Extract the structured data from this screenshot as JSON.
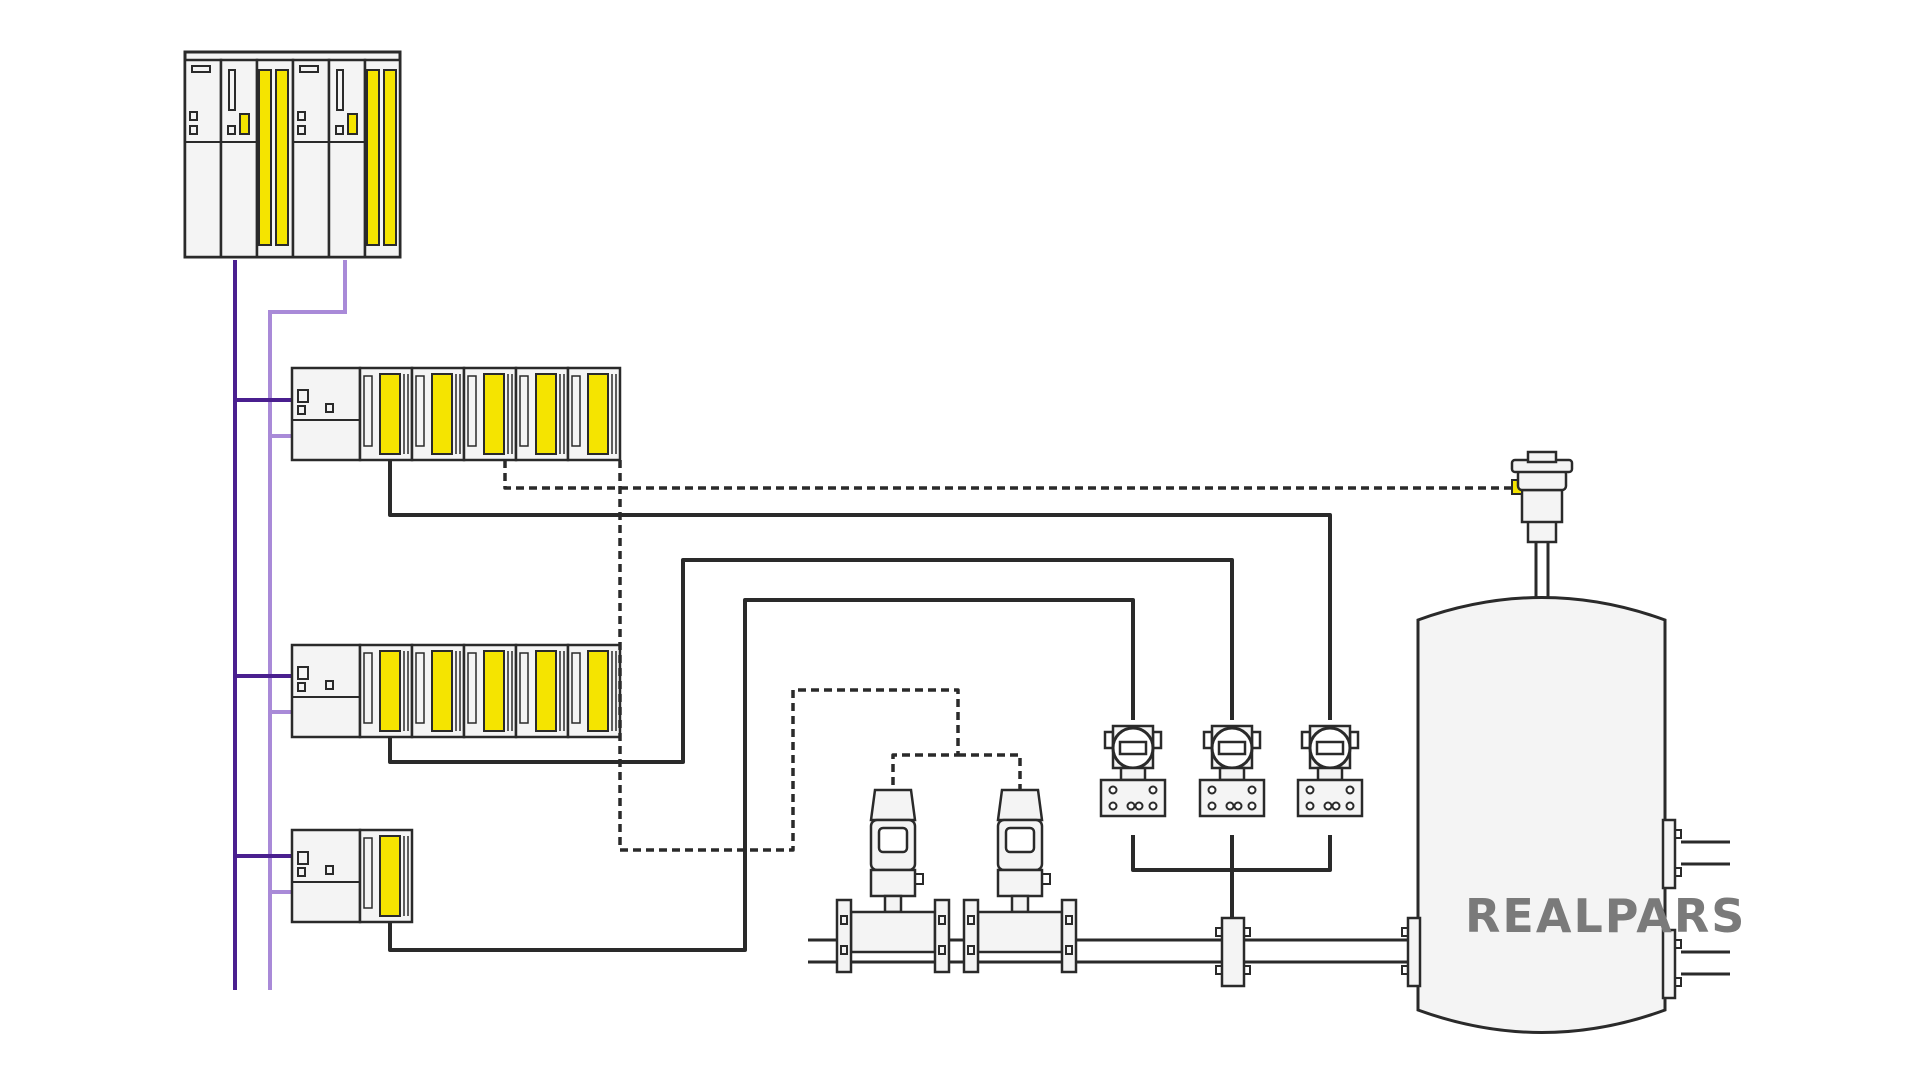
{
  "brand": {
    "name": "REALPARS",
    "text_color": "#7a7a7a"
  },
  "colors": {
    "outline": "#2a2a2a",
    "module_fill": "#f4f4f4",
    "io_yellow": "#f5e400",
    "bus_primary": "#4a1f8f",
    "bus_secondary": "#a98ad8",
    "wire": "#2a2a2a"
  },
  "components": {
    "controller": "redundant-plc-rack",
    "remote_io_racks": [
      "remote-io-rack-1",
      "remote-io-rack-2",
      "remote-io-rack-3"
    ],
    "field_devices": [
      "level-sensor",
      "flow-meter-1",
      "flow-meter-2",
      "pressure-transmitter-1",
      "pressure-transmitter-2",
      "pressure-transmitter-3",
      "process-tank"
    ]
  }
}
